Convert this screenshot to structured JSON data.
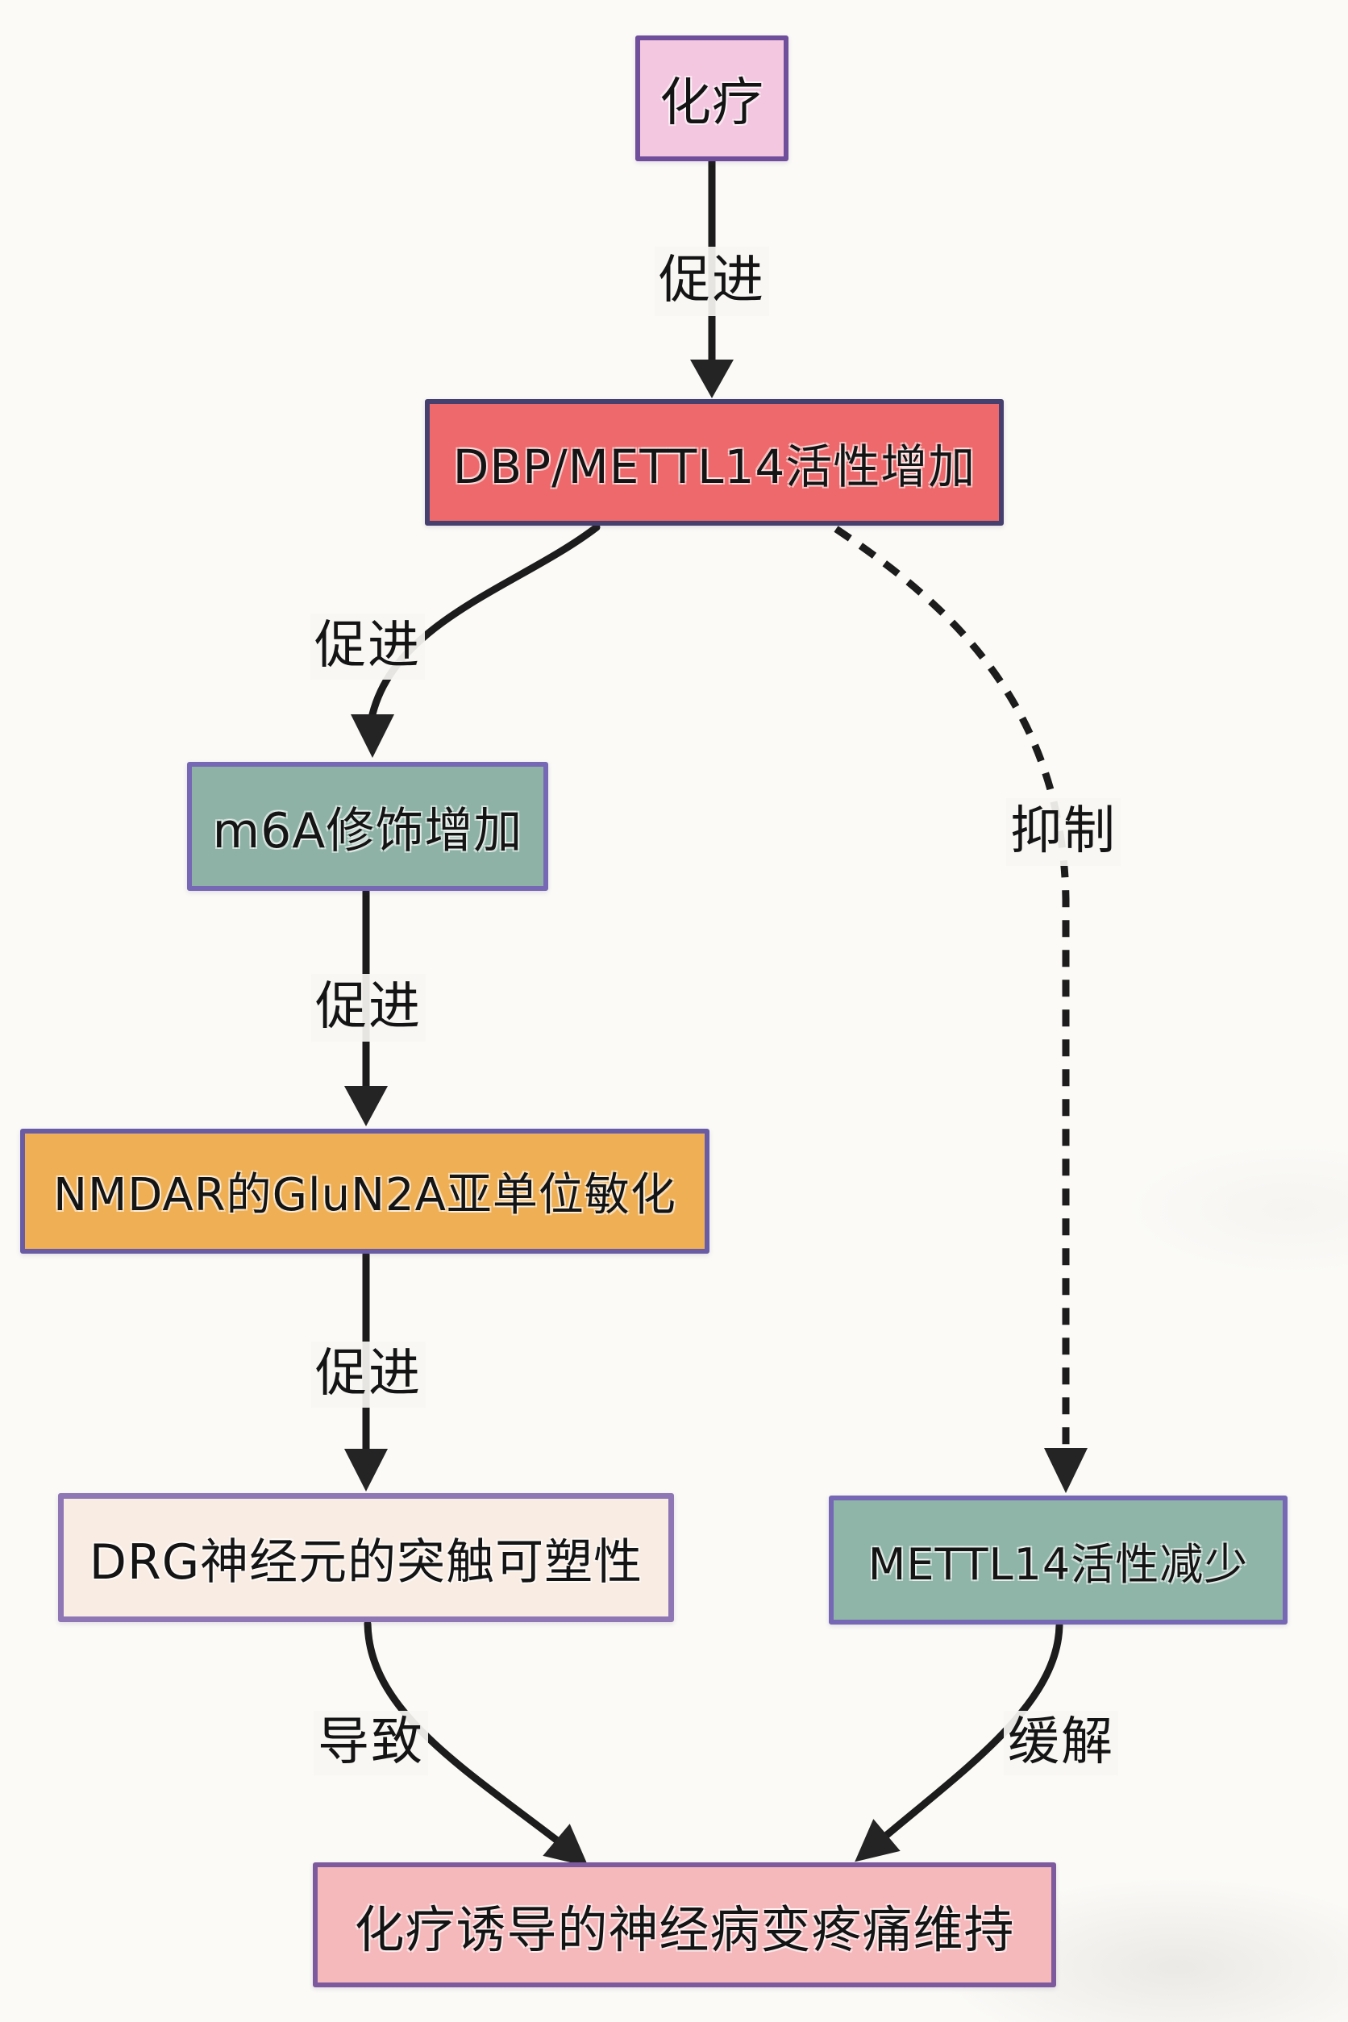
{
  "diagram": {
    "title": "chemotherapy-induced neuropathic pain pathway flowchart",
    "background_color": "#fbfaf7",
    "arrow_color": "#1c1c1c",
    "nodes": [
      {
        "id": "chemo",
        "label": "化疗",
        "bg": "#f4c7e0",
        "border": "#6f4e9c"
      },
      {
        "id": "dbp_up",
        "label": "DBP/METTL14活性增加",
        "bg": "#ed696b",
        "border": "#46406f"
      },
      {
        "id": "m6a_up",
        "label": "m6A修饰增加",
        "bg": "#8eb3a6",
        "border": "#7668b4"
      },
      {
        "id": "nmdar",
        "label": "NMDAR的GluN2A亚单位敏化",
        "bg": "#efb055",
        "border": "#6a5ca4"
      },
      {
        "id": "drg",
        "label": "DRG神经元的突触可塑性",
        "bg": "#f8ece3",
        "border": "#8f76b4"
      },
      {
        "id": "mettl14_down",
        "label": "METTL14活性减少",
        "bg": "#8fb4a8",
        "border": "#7668b4"
      },
      {
        "id": "pain",
        "label": "化疗诱导的神经病变疼痛维持",
        "bg": "#f5b9bc",
        "border": "#7d5a9e"
      }
    ],
    "edges": [
      {
        "from": "chemo",
        "to": "dbp_up",
        "label": "促进",
        "style": "solid"
      },
      {
        "from": "dbp_up",
        "to": "m6a_up",
        "label": "促进",
        "style": "solid"
      },
      {
        "from": "m6a_up",
        "to": "nmdar",
        "label": "促进",
        "style": "solid"
      },
      {
        "from": "nmdar",
        "to": "drg",
        "label": "促进",
        "style": "solid"
      },
      {
        "from": "drg",
        "to": "pain",
        "label": "导致",
        "style": "solid"
      },
      {
        "from": "dbp_up",
        "to": "mettl14_down",
        "label": "抑制",
        "style": "dashed"
      },
      {
        "from": "mettl14_down",
        "to": "pain",
        "label": "缓解",
        "style": "solid"
      }
    ]
  }
}
